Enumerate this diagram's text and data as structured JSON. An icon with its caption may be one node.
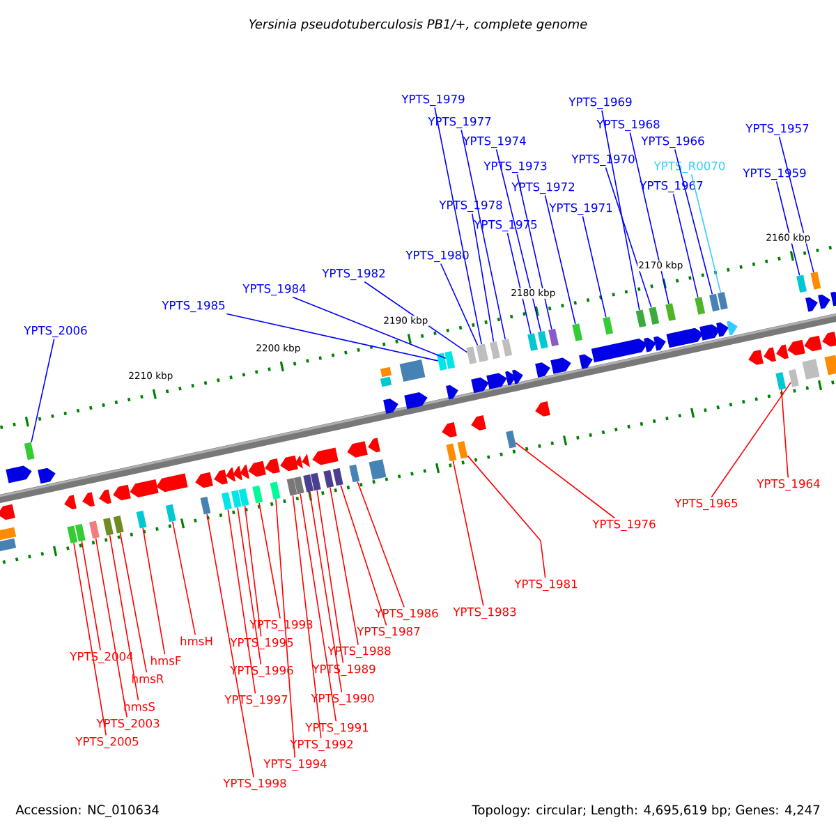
{
  "diagram": {
    "title": "Yersinia pseudotuberculosis PB1/+, complete genome",
    "nodes": [
      {
        "text": [
          "YPTS_1979"
        ]
      },
      {
        "text": [
          "YPTS_1969"
        ]
      },
      {
        "text": [
          "YPTS_1977"
        ]
      },
      {
        "text": [
          "YPTS_1968"
        ]
      },
      {
        "text": [
          "YPTS_1957"
        ]
      },
      {
        "text": [
          "YPTS_1974"
        ]
      },
      {
        "text": [
          "YPTS_1966"
        ]
      },
      {
        "text": [
          "YPTS_1970"
        ]
      },
      {
        "text": [
          "YPTS_1973"
        ]
      },
      {
        "text": [
          "YPTS_R0070"
        ]
      },
      {
        "text": [
          "YPTS_1959"
        ]
      },
      {
        "text": [
          "YPTS_1972"
        ]
      },
      {
        "text": [
          "YPTS_1967"
        ]
      },
      {
        "text": [
          "YPTS_1978"
        ]
      },
      {
        "text": [
          "YPTS_1971"
        ]
      },
      {
        "text": [
          "YPTS_1975"
        ]
      },
      {
        "text": [
          "YPTS_1980"
        ]
      },
      {
        "text": [
          "YPTS_1982"
        ]
      },
      {
        "text": [
          "YPTS_1984"
        ]
      },
      {
        "text": [
          "YPTS_1985"
        ]
      },
      {
        "text": [
          "YPTS_2006"
        ]
      },
      {
        "text": [
          "YPTS_1964"
        ]
      },
      {
        "text": [
          "YPTS_1965"
        ]
      },
      {
        "text": [
          "YPTS_1976"
        ]
      },
      {
        "text": [
          "YPTS_1981"
        ]
      },
      {
        "text": [
          "YPTS_1983"
        ]
      },
      {
        "text": [
          "YPTS_1986"
        ]
      },
      {
        "text": [
          "YPTS_1993"
        ]
      },
      {
        "text": [
          "YPTS_1987"
        ]
      },
      {
        "text": [
          "hmsH"
        ]
      },
      {
        "text": [
          "YPTS_1995"
        ]
      },
      {
        "text": [
          "YPTS_1988"
        ]
      },
      {
        "text": [
          "YPTS_2004"
        ]
      },
      {
        "text": [
          "hmsF"
        ]
      },
      {
        "text": [
          "YPTS_1989"
        ]
      },
      {
        "text": [
          "YPTS_1996"
        ]
      },
      {
        "text": [
          "hmsR"
        ]
      },
      {
        "text": [
          "YPTS_1990"
        ]
      },
      {
        "text": [
          "YPTS_1997"
        ]
      },
      {
        "text": [
          "hmsS"
        ]
      },
      {
        "text": [
          "YPTS_2003"
        ]
      },
      {
        "text": [
          "YPTS_1991"
        ]
      },
      {
        "text": [
          "YPTS_2005"
        ]
      },
      {
        "text": [
          "YPTS_1992"
        ]
      },
      {
        "text": [
          "YPTS_1994"
        ]
      },
      {
        "text": [
          "YPTS_1998"
        ]
      },
      {
        "text": [],
        "shape": "box"
      },
      {
        "text": [],
        "shape": "box"
      },
      {
        "text": [],
        "shape": "box"
      },
      {
        "text": [],
        "shape": "box"
      },
      {
        "text": [],
        "shape": "box"
      },
      {
        "text": [],
        "shape": "box"
      },
      {
        "text": [],
        "shape": "box"
      },
      {
        "text": [],
        "shape": "box"
      },
      {
        "text": [],
        "shape": "box"
      },
      {
        "text": [],
        "shape": "box"
      },
      {
        "text": [],
        "shape": "box"
      },
      {
        "text": [],
        "shape": "box"
      },
      {
        "text": [],
        "shape": "box"
      },
      {
        "text": [],
        "shape": "box"
      },
      {
        "text": [],
        "shape": "box"
      },
      {
        "text": [],
        "shape": "box"
      },
      {
        "text": [],
        "shape": "box"
      },
      {
        "text": [],
        "shape": "box"
      },
      {
        "text": [],
        "shape": "box"
      },
      {
        "text": [],
        "shape": "box"
      },
      {
        "text": [],
        "shape": "box"
      },
      {
        "text": [],
        "shape": "box"
      },
      {
        "text": [],
        "shape": "box"
      },
      {
        "text": [],
        "shape": "box"
      },
      {
        "text": [],
        "shape": "box"
      },
      {
        "text": [],
        "shape": "box"
      },
      {
        "text": [],
        "shape": "box"
      },
      {
        "text": [],
        "shape": "box"
      },
      {
        "text": [],
        "shape": "box"
      },
      {
        "text": [],
        "shape": "box"
      },
      {
        "text": [],
        "shape": "box"
      },
      {
        "text": [],
        "shape": "box"
      },
      {
        "text": [],
        "shape": "box"
      },
      {
        "text": [],
        "shape": "box"
      },
      {
        "text": [],
        "shape": "box"
      },
      {
        "text": [],
        "shape": "box"
      },
      {
        "text": [],
        "shape": "box"
      },
      {
        "text": [],
        "shape": "box"
      },
      {
        "text": [],
        "shape": "box"
      },
      {
        "text": [],
        "shape": "box"
      },
      {
        "text": [],
        "shape": "box"
      },
      {
        "text": [],
        "shape": "box"
      },
      {
        "text": [],
        "shape": "box"
      },
      {
        "text": [],
        "shape": "box"
      },
      {
        "text": [],
        "shape": "box"
      },
      {
        "text": [],
        "shape": "box"
      }
    ],
    "edges": [
      {
        "from": 0,
        "to": 46,
        "arrow": "none",
        "color": "#0000ff"
      },
      {
        "from": 1,
        "to": 47,
        "arrow": "none",
        "color": "#0000ff"
      },
      {
        "from": 2,
        "to": 48,
        "arrow": "none",
        "color": "#0000ff"
      },
      {
        "from": 3,
        "to": 49,
        "arrow": "none",
        "color": "#0000ff"
      },
      {
        "from": 4,
        "to": 50,
        "arrow": "none",
        "color": "#0000ff"
      },
      {
        "from": 5,
        "to": 51,
        "arrow": "none",
        "color": "#0000ff"
      },
      {
        "from": 6,
        "to": 52,
        "arrow": "none",
        "color": "#0000ff"
      },
      {
        "from": 7,
        "to": 53,
        "arrow": "none",
        "color": "#0000ff"
      },
      {
        "from": 8,
        "to": 54,
        "arrow": "none",
        "color": "#0000ff"
      },
      {
        "from": 9,
        "to": 55,
        "arrow": "none",
        "color": "#33ccff"
      },
      {
        "from": 10,
        "to": 56,
        "arrow": "none",
        "color": "#0000ff"
      },
      {
        "from": 11,
        "to": 57,
        "arrow": "none",
        "color": "#0000ff"
      },
      {
        "from": 12,
        "to": 58,
        "arrow": "none",
        "color": "#0000ff"
      },
      {
        "from": 13,
        "to": 59,
        "arrow": "none",
        "color": "#0000ff"
      },
      {
        "from": 14,
        "to": 60,
        "arrow": "none",
        "color": "#0000ff"
      },
      {
        "from": 15,
        "to": 61,
        "arrow": "none",
        "color": "#0000ff"
      },
      {
        "from": 16,
        "to": 62,
        "arrow": "none",
        "color": "#0000ff"
      },
      {
        "from": 17,
        "to": 63,
        "arrow": "none",
        "color": "#0000ff"
      },
      {
        "from": 18,
        "to": 64,
        "arrow": "none",
        "color": "#0000ff"
      },
      {
        "from": 19,
        "to": 65,
        "arrow": "none",
        "color": "#0000ff"
      },
      {
        "from": 20,
        "to": 66,
        "arrow": "none",
        "color": "#0000ff"
      },
      {
        "from": 21,
        "to": 67,
        "arrow": "none"
      },
      {
        "from": 22,
        "to": 68,
        "arrow": "none"
      },
      {
        "from": 23,
        "to": 69,
        "arrow": "none"
      },
      {
        "from": 24,
        "to": 70,
        "arrow": "none"
      },
      {
        "from": 25,
        "to": 71,
        "arrow": "none"
      },
      {
        "from": 26,
        "to": 72,
        "arrow": "none"
      },
      {
        "from": 27,
        "to": 73,
        "arrow": "none"
      },
      {
        "from": 28,
        "to": 74,
        "arrow": "none"
      },
      {
        "from": 29,
        "to": 75,
        "arrow": "none"
      },
      {
        "from": 30,
        "to": 76,
        "arrow": "none"
      },
      {
        "from": 31,
        "to": 77,
        "arrow": "none"
      },
      {
        "from": 32,
        "to": 78,
        "arrow": "none"
      },
      {
        "from": 33,
        "to": 79,
        "arrow": "none"
      },
      {
        "from": 34,
        "to": 80,
        "arrow": "none"
      },
      {
        "from": 35,
        "to": 81,
        "arrow": "none"
      },
      {
        "from": 36,
        "to": 82,
        "arrow": "none"
      },
      {
        "from": 37,
        "to": 83,
        "arrow": "none"
      },
      {
        "from": 38,
        "to": 84,
        "arrow": "none"
      },
      {
        "from": 39,
        "to": 85,
        "arrow": "none"
      },
      {
        "from": 40,
        "to": 86,
        "arrow": "none"
      },
      {
        "from": 41,
        "to": 87,
        "arrow": "none"
      },
      {
        "from": 42,
        "to": 88,
        "arrow": "none"
      },
      {
        "from": 43,
        "to": 89,
        "arrow": "none"
      },
      {
        "from": 44,
        "to": 90,
        "arrow": "none"
      },
      {
        "from": 45,
        "to": 91,
        "arrow": "none"
      }
    ],
    "labels": [
      "2160 kbp",
      "2170 kbp",
      "2180 kbp",
      "2190 kbp",
      "2200 kbp",
      "2210 kbp",
      "Accession: NC_010634",
      "Topology: circular; Length: 4,695,619 bp; Genes: 4,247"
    ]
  }
}
